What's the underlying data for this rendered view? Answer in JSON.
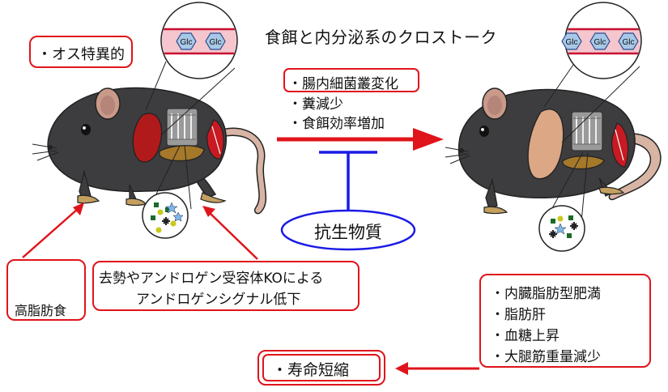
{
  "title": "食餌と内分泌系のクロストーク",
  "male_specific": "・オス特異的",
  "glc_label": "Glc",
  "effects": {
    "gut_flora": "・腸内細菌叢変化",
    "feces": "・糞減少",
    "feed_efficiency": "・食餌効率増加"
  },
  "antibiotics": "抗生物質",
  "high_fat_diet": "高脂肪食",
  "castration": {
    "line1": "去勢やアンドロゲン受容体KOによる",
    "line2": "アンドロゲンシグナル低下"
  },
  "outcomes": [
    "・内臓脂肪型肥満",
    "・脂肪肝",
    "・血糖上昇",
    "・大腿筋重量減少"
  ],
  "lifespan": "・寿命短縮",
  "colors": {
    "red": "#e0141b",
    "blue": "#1a1ae6",
    "mouse_body": "#3d3d3f",
    "ear": "#c99a8a",
    "tail": "#d8b4a5",
    "fat_dark": "#b01a1a",
    "fat_light": "#dca785",
    "intestine": "#9a9a9a",
    "liver": "#a5782a",
    "vessel": "#f5c6ce",
    "glc": "#a8c8e8"
  }
}
